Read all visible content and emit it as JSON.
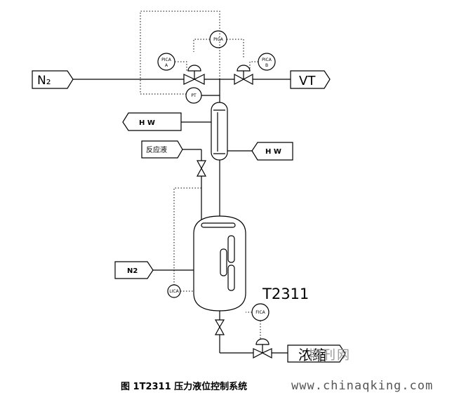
{
  "labels": {
    "n2_top": "N₂",
    "vt": "VT",
    "hw_left": "H W",
    "hw_right": "H W",
    "reaction_liquid": "反应液",
    "n2_mid": "N2",
    "tank_tag": "T2311",
    "concentrate": "浓缩"
  },
  "instruments": {
    "pica": "PICA",
    "pica_a": "PICA",
    "pica_a_sub": "A",
    "pica_b": "PICA",
    "pica_b_sub": "B",
    "pt": "PT",
    "lica": "LICA",
    "fica": "FICA"
  },
  "caption": "图 1T2311 压力液位控制系统",
  "watermark": "www.chinaqking.com",
  "watermark_cn": "期刊网"
}
